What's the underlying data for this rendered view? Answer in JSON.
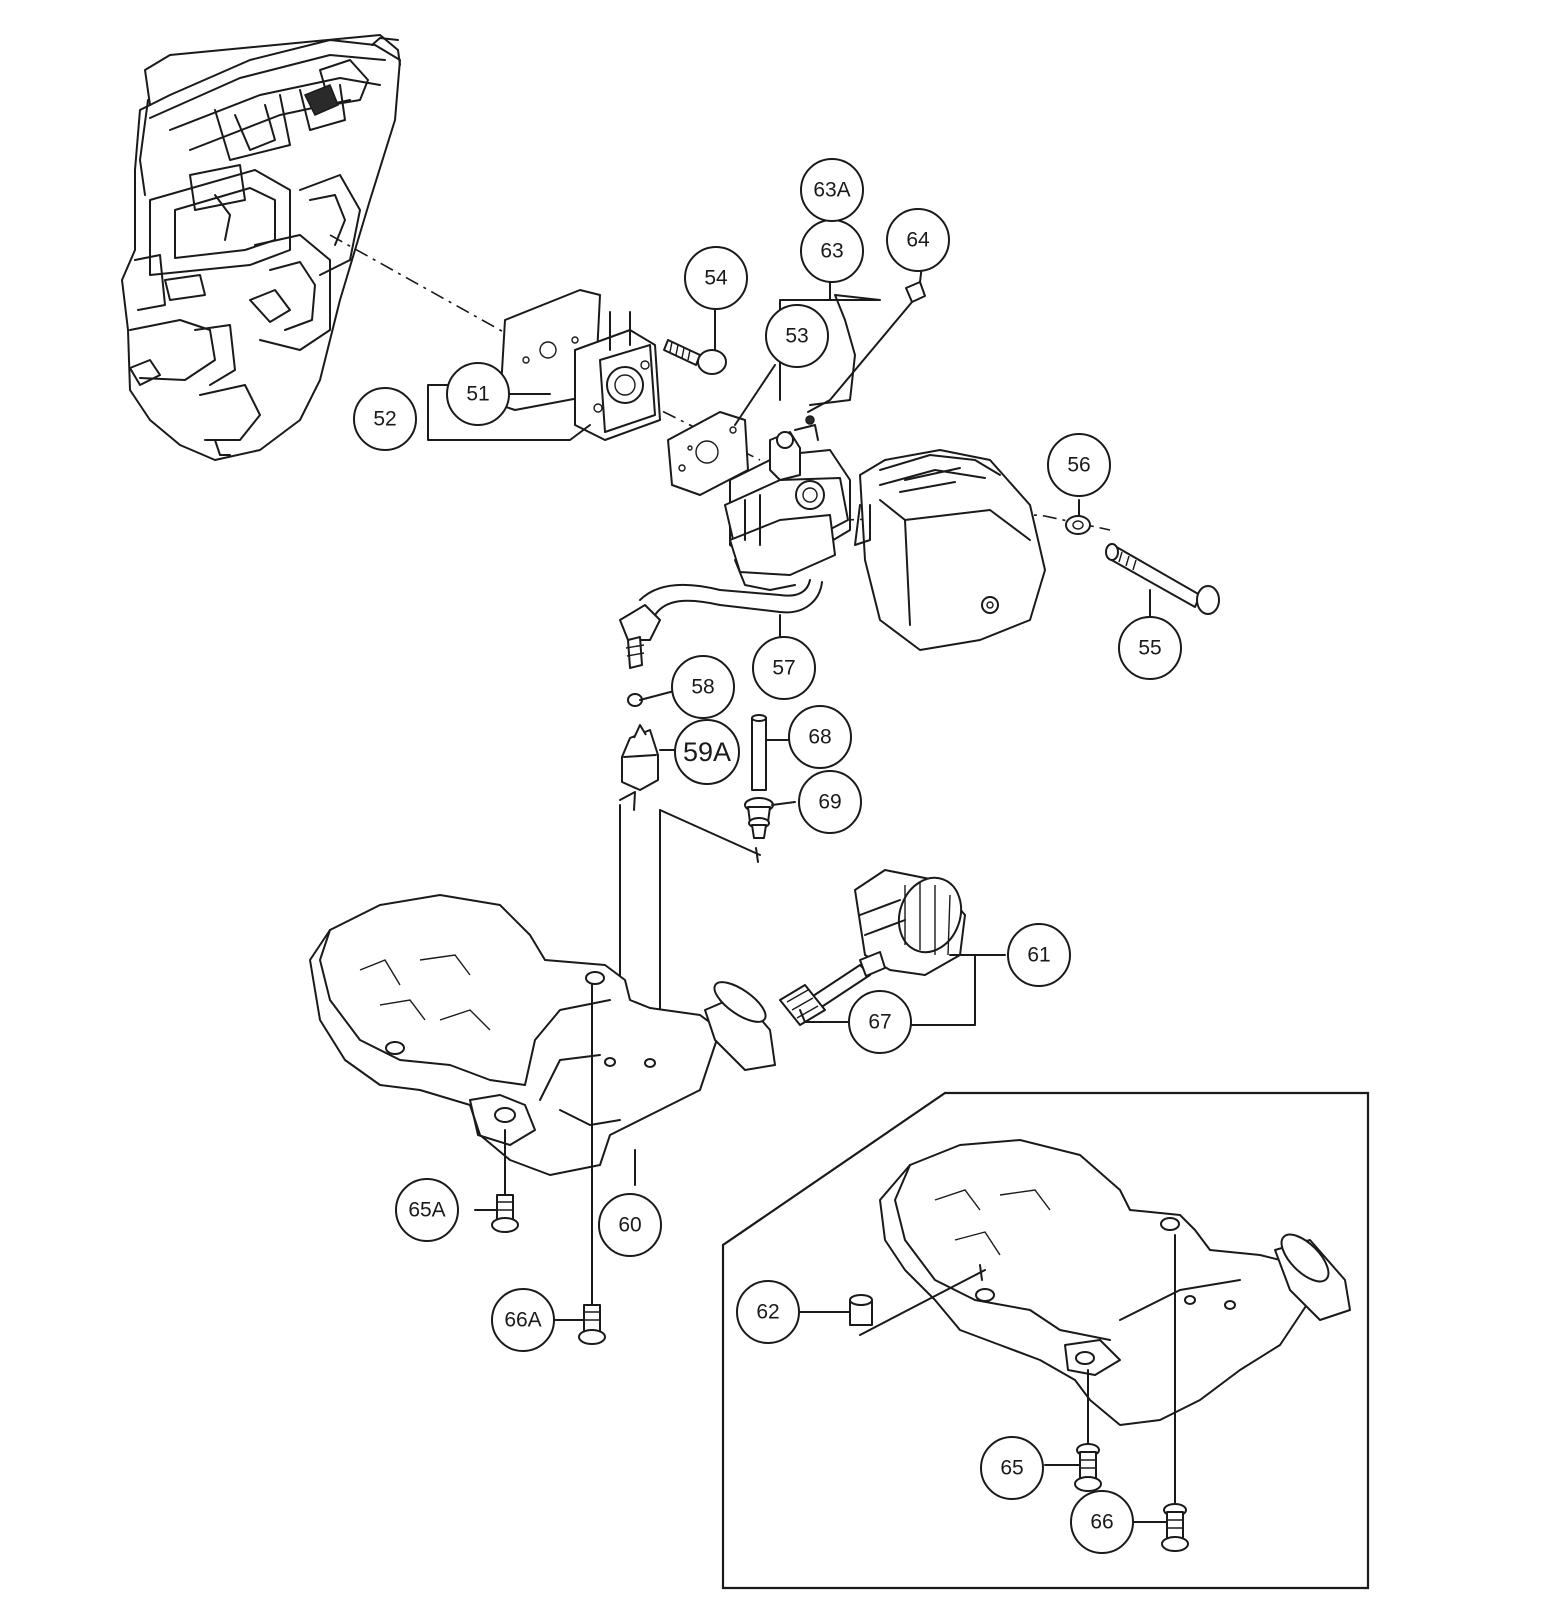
{
  "callouts": {
    "c51": "51",
    "c52": "52",
    "c53": "53",
    "c54": "54",
    "c55": "55",
    "c56": "56",
    "c57": "57",
    "c58": "58",
    "c59A": "59A",
    "c60": "60",
    "c61": "61",
    "c62": "62",
    "c63": "63",
    "c63A": "63A",
    "c64": "64",
    "c65": "65",
    "c65A": "65A",
    "c66": "66",
    "c66A": "66A",
    "c67": "67",
    "c68": "68",
    "c69": "69"
  }
}
